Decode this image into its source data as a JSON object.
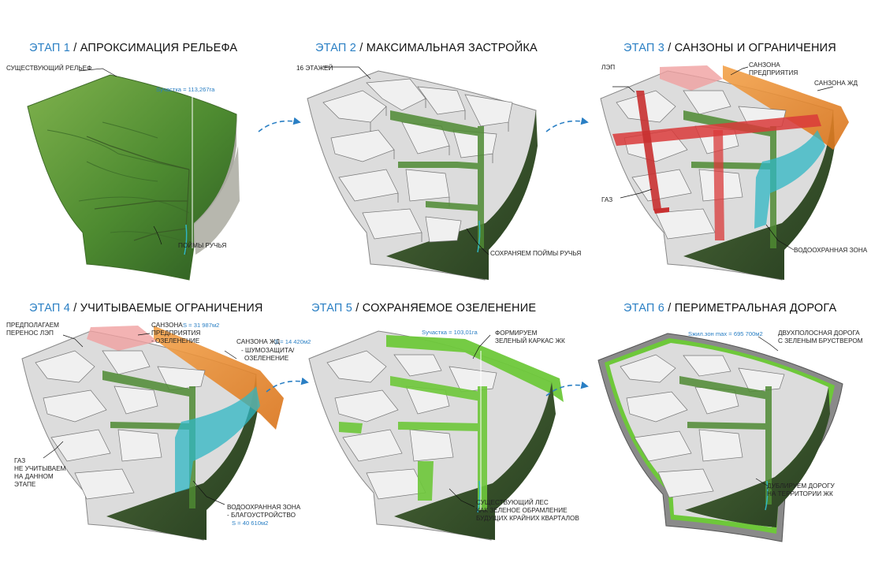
{
  "colors": {
    "stage_blue": "#2a7fc4",
    "terrain_green": "#5f9a3a",
    "dark_green": "#2f4a25",
    "block_grey": "#d9d9d9",
    "ssz_red": "#e86a6a",
    "ssz_orange": "#e8892a",
    "water_cyan": "#2fb7c4",
    "forest_light_green": "#7ed03a",
    "road_grey": "#8a8a8a"
  },
  "panels": [
    {
      "stage": "ЭТАП 1",
      "name": " / АПРОКСИМАЦИЯ РЕЛЬЕФА",
      "area_label": "Sучастка = 113,267га",
      "labels": [
        "СУЩЕСТВУЮЩИЙ РЕЛЬЕФ",
        "ПОЙМЫ РУЧЬЯ"
      ]
    },
    {
      "stage": "ЭТАП 2",
      "name": " / МАКСИМАЛЬНАЯ ЗАСТРОЙКА",
      "labels": [
        "16 ЭТАЖЕЙ",
        "СОХРАНЯЕМ ПОЙМЫ РУЧЬЯ"
      ]
    },
    {
      "stage": "ЭТАП 3",
      "name": " / САНЗОНЫ И ОГРАНИЧЕНИЯ",
      "labels": [
        "ЛЭП",
        "САНЗОНА",
        "ПРЕДПРИЯТИЯ",
        "САНЗОНА ЖД",
        "ГАЗ",
        "ВОДООХРАННАЯ ЗОНА"
      ]
    },
    {
      "stage": "ЭТАП 4",
      "name": " / УЧИТЫВАЕМЫЕ ОГРАНИЧЕНИЯ",
      "labels": [
        "ПРЕДПОЛАГАЕМ",
        "ПЕРЕНОС ЛЭП",
        "САНЗОНА",
        "S = 31 987м2",
        "ПРЕДПРИЯТИЯ",
        "- ОЗЕЛЕНЕНИЕ",
        "САНЗОНА ЖД",
        "S = 14 420м2",
        "- ШУМОЗАЩИТА/",
        "ОЗЕЛЕНЕНИЕ",
        "ГАЗ",
        "НЕ УЧИТЫВАЕМ",
        "НА ДАННОМ",
        "ЭТАПЕ",
        "ВОДООХРАННАЯ ЗОНА",
        "- БЛАГОУСТРОЙСТВО",
        "S = 40 610м2"
      ]
    },
    {
      "stage": "ЭТАП 5",
      "name": " / СОХРАНЯЕМОЕ ОЗЕЛЕНЕНИЕ",
      "area_label": "Sучастка = 103,01га",
      "labels": [
        "ФОРМИРУЕМ",
        "ЗЕЛЕНЫЙ КАРКАС ЖК",
        "СУЩЕСТВУЮЩИЙ ЛЕС",
        "КАК ЗЕЛЕНОЕ ОБРАМЛЕНИЕ",
        "БУДУЩИХ КРАЙНИХ КВАРТАЛОВ"
      ]
    },
    {
      "stage": "ЭТАП 6",
      "name": " / ПЕРИМЕТРАЛЬНАЯ ДОРОГА",
      "area_label": "Sжил.зон max = 695 700м2",
      "labels": [
        "ДВУХПОЛОСНАЯ ДОРОГА",
        "С ЗЕЛЕНЫМ БРУСТВЕРОМ",
        "ДУБЛИРУЕМ ДОРОГУ",
        "НА ТЕРРИТОРИИ ЖК"
      ]
    }
  ]
}
